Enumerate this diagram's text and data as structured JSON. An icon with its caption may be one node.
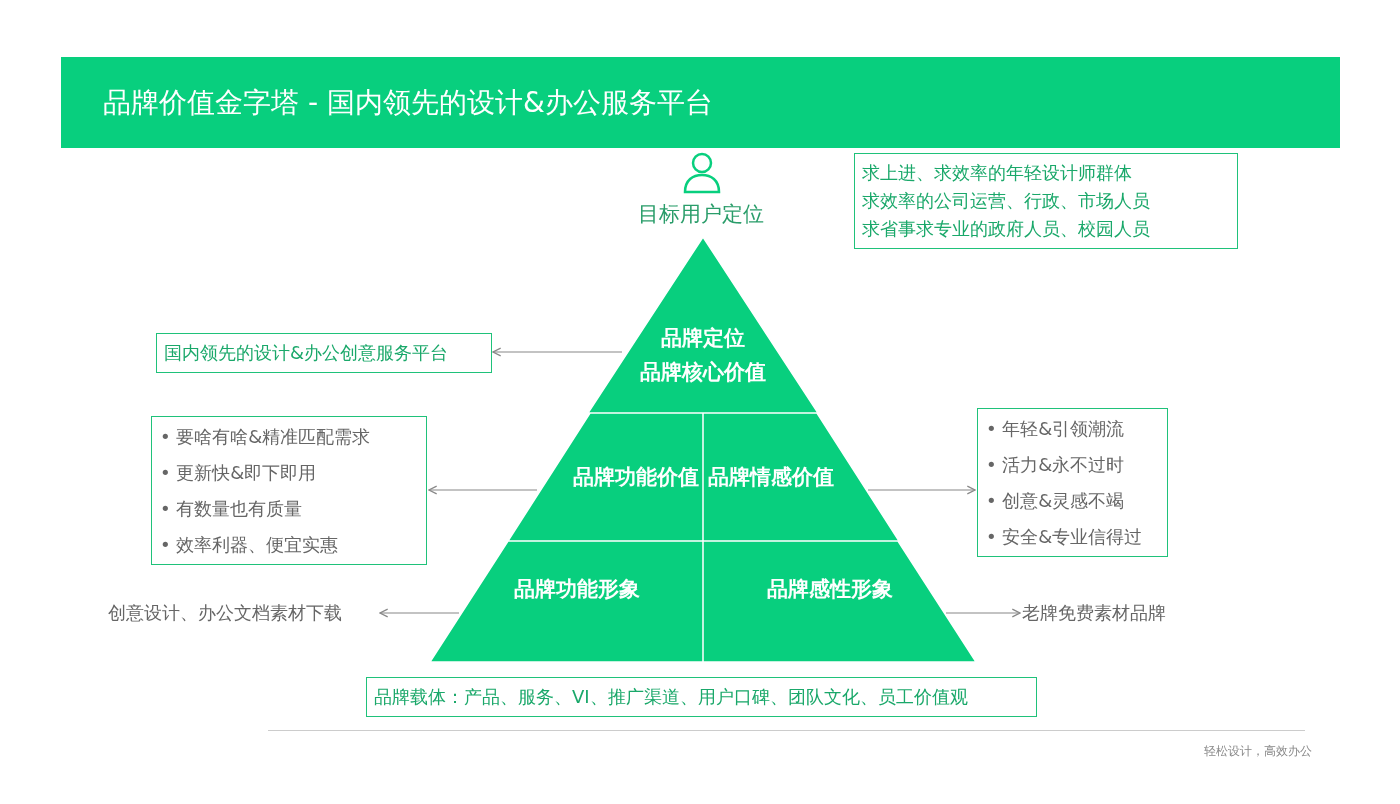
{
  "diagram": {
    "title": "品牌价值金字塔 - 国内领先的设计&办公服务平台",
    "nodes": [
      {
        "text": [
          "求上进、求效率的年轻设计师群体",
          "求效率的公司运营、行政、市场人员",
          "求省事求专业的政府人员、校园人员"
        ]
      },
      {
        "text": [
          "国内领先的设计&办公创意服务平台"
        ]
      },
      {
        "text": [
          "品牌定位",
          "品牌核心价值"
        ]
      },
      {
        "text": [
          "• 要啥有啥&精准匹配需求",
          "• 更新快&即下即用",
          "• 有数量也有质量",
          "• 效率利器、便宜实惠"
        ]
      },
      {
        "text": [
          "品牌功能价值"
        ]
      },
      {
        "text": [
          "品牌情感价值"
        ]
      },
      {
        "text": [
          "• 年轻&引领潮流",
          "• 活力&永不过时",
          "• 创意&灵感不竭",
          "• 安全&专业信得过"
        ]
      },
      {
        "text": [
          "创意设计、办公文档素材下载"
        ]
      },
      {
        "text": [
          "品牌功能形象"
        ]
      },
      {
        "text": [
          "品牌感性形象"
        ]
      },
      {
        "text": [
          "老牌免费素材品牌"
        ]
      },
      {
        "text": [
          "品牌载体：产品、服务、VI、推广渠道、用户口碑、团队文化、员工价值观"
        ]
      }
    ],
    "edges": [
      {
        "from": 2,
        "to": 1,
        "arrow": "to"
      },
      {
        "from": 4,
        "to": 3,
        "arrow": "to"
      },
      {
        "from": 5,
        "to": 6,
        "arrow": "to"
      },
      {
        "from": 8,
        "to": 7,
        "arrow": "to"
      },
      {
        "from": 9,
        "to": 10,
        "arrow": "to"
      }
    ],
    "labels": [
      "目标用户定位",
      "轻松设计，高效办公"
    ]
  }
}
